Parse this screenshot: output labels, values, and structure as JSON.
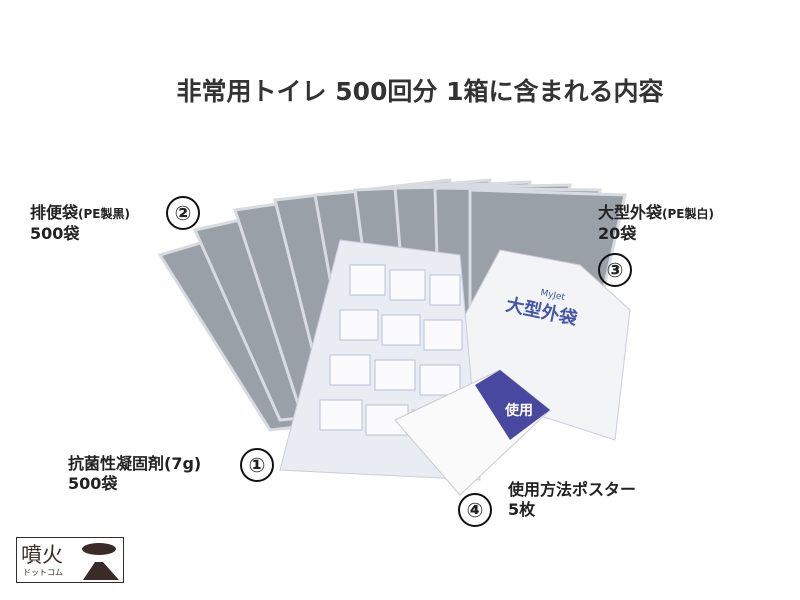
{
  "title": "非常用トイレ 500回分 1箱に含まれる内容",
  "items": [
    {
      "number": "①",
      "name": "抗菌性凝固剤(7g)",
      "qty": "500袋"
    },
    {
      "number": "②",
      "name": "排便袋",
      "spec": "(PE製黒)",
      "qty": "500袋"
    },
    {
      "number": "③",
      "name": "大型外袋",
      "spec": "(PE製白)",
      "qty": "20袋"
    },
    {
      "number": "④",
      "name": "使用方法ポスター",
      "qty": "5枚"
    }
  ],
  "package_text": {
    "outer_bag": "大型外袋",
    "brand": "MyJet",
    "poster": "使用"
  },
  "logo": {
    "main": "噴火",
    "sub": "ドットコム"
  }
}
